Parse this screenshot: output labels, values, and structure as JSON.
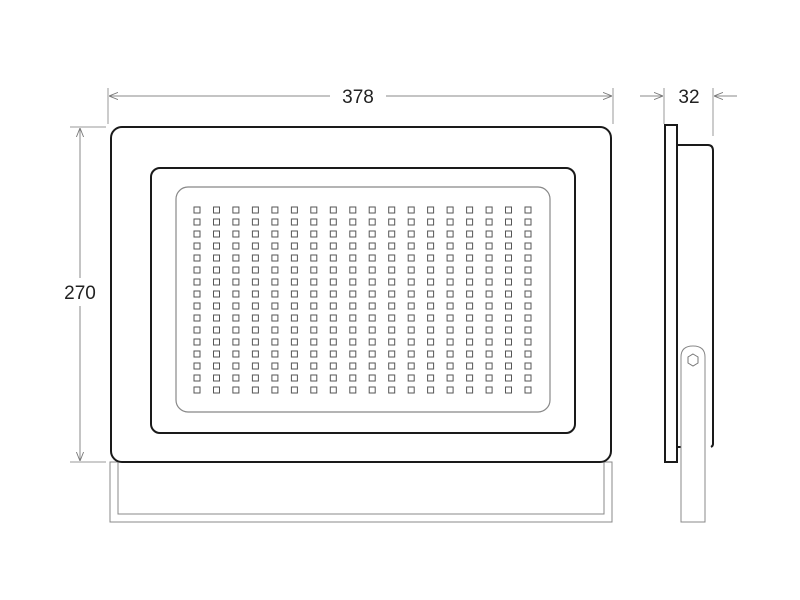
{
  "drawing": {
    "front_view": {
      "width_label": "378",
      "height_label": "270",
      "led_grid": {
        "columns": 18,
        "rows": 16
      }
    },
    "side_view": {
      "depth_label": "32"
    }
  },
  "colors": {
    "outline": "#1a1a1a",
    "detail": "#808080",
    "dimension": "#888888"
  }
}
